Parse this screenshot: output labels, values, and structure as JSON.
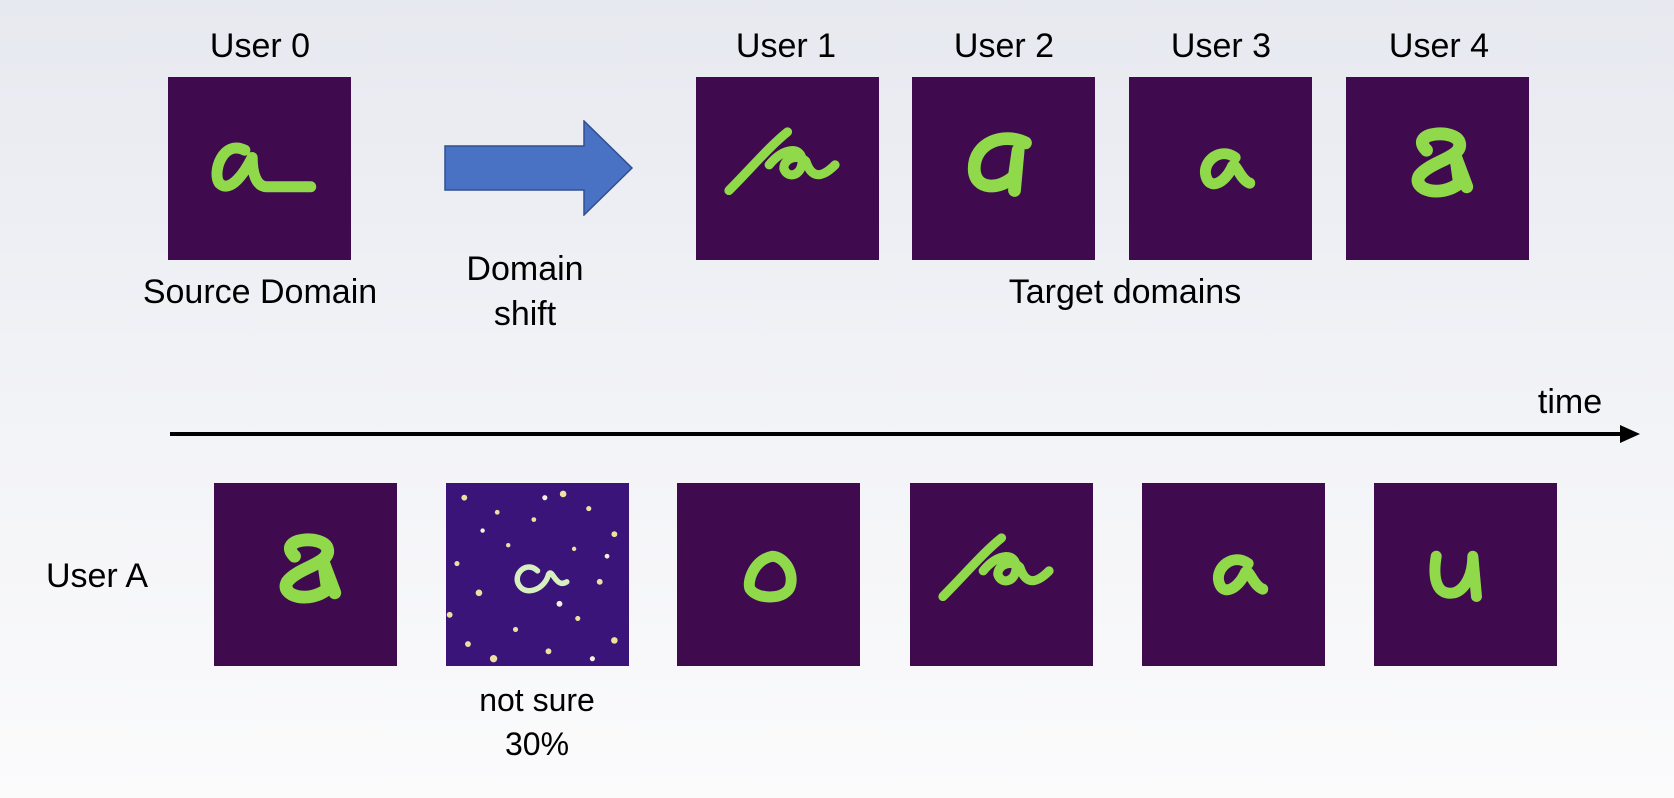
{
  "top": {
    "source_user": "User 0",
    "source_caption": "Source Domain",
    "shift_line1": "Domain",
    "shift_line2": "shift",
    "target_users": [
      "User 1",
      "User 2",
      "User 3",
      "User 4"
    ],
    "target_caption": "Target domains"
  },
  "timeline": {
    "label": "time"
  },
  "bottom": {
    "user_label": "User A",
    "uncertain_line1": "not sure",
    "uncertain_line2": "30%"
  },
  "colors": {
    "tile_bg": "#3f0a4e",
    "stroke": "#8fd94a",
    "arrow_fill": "#4a72c4"
  }
}
